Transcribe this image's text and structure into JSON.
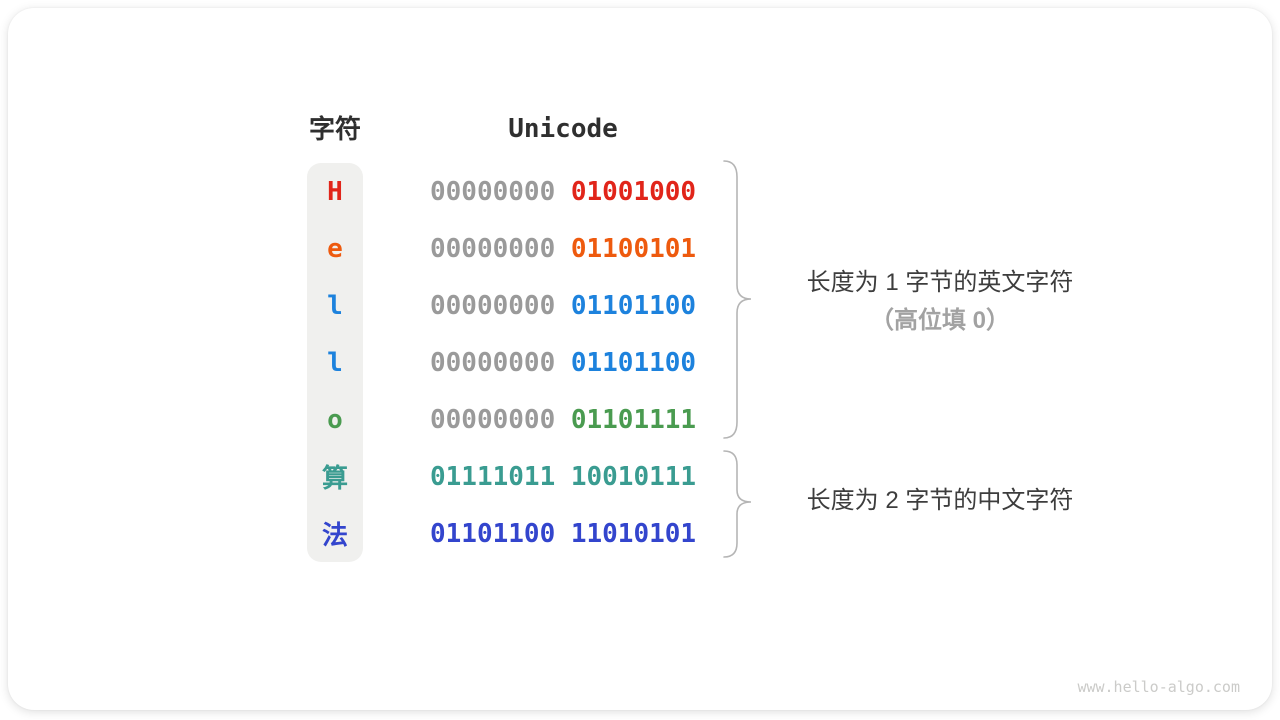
{
  "table": {
    "char_header": "字符",
    "unicode_header": "Unicode",
    "zero_color": "#9a9a9a",
    "rows": [
      {
        "char": "H",
        "color": "#e1251a",
        "byte1": "00000000",
        "byte2": "01001000"
      },
      {
        "char": "e",
        "color": "#ee5a0e",
        "byte1": "00000000",
        "byte2": "01100101"
      },
      {
        "char": "l",
        "color": "#1d82dd",
        "byte1": "00000000",
        "byte2": "01101100"
      },
      {
        "char": "l",
        "color": "#1d82dd",
        "byte1": "00000000",
        "byte2": "01101100"
      },
      {
        "char": "o",
        "color": "#4a9b50",
        "byte1": "00000000",
        "byte2": "01101111"
      },
      {
        "char": "算",
        "color": "#3a9c91",
        "byte1": "01111011",
        "byte2": "10010111"
      },
      {
        "char": "法",
        "color": "#3345cd",
        "byte1": "01101100",
        "byte2": "11010101"
      }
    ]
  },
  "annotations": {
    "group1_line1": "长度为 1 字节的英文字符",
    "group1_line2": "（高位填 0）",
    "group2_line1": "长度为 2 字节的中文字符",
    "brace_color": "#b5b5b5"
  },
  "watermark": "www.hello-algo.com"
}
